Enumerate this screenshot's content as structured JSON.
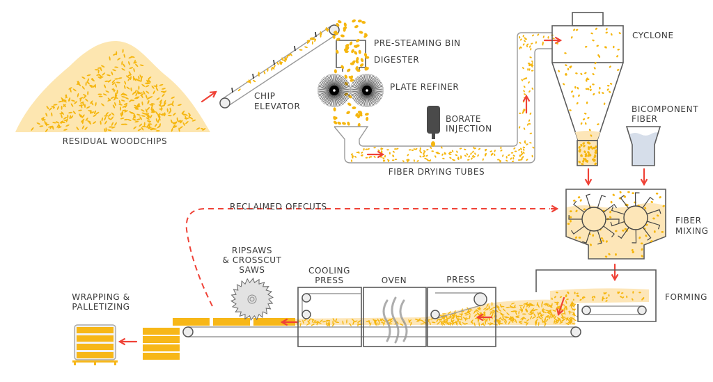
{
  "labels": {
    "residual_woodchips": "RESIDUAL WOODCHIPS",
    "chip_elevator_1": "CHIP",
    "chip_elevator_2": "ELEVATOR",
    "pre_steaming_bin": "PRE-STEAMING BIN",
    "digester": "DIGESTER",
    "plate_refiner": "PLATE REFINER",
    "borate_1": "BORATE",
    "borate_2": "INJECTION",
    "fiber_drying_tubes": "FIBER DRYING TUBES",
    "cyclone": "CYCLONE",
    "bicomponent_1": "BICOMPONENT",
    "bicomponent_2": "FIBER",
    "fiber_mixing_1": "FIBER",
    "fiber_mixing_2": "MIXING",
    "reclaimed_offcuts": "RECLAIMED OFFCUTS",
    "forming": "FORMING",
    "ripsaws_1": "RIPSAWS",
    "ripsaws_2": "& CROSSCUT",
    "ripsaws_3": "SAWS",
    "cooling_press_1": "COOLING",
    "cooling_press_2": "PRESS",
    "oven": "OVEN",
    "press": "PRESS",
    "wrapping_1": "WRAPPING &",
    "wrapping_2": "PALLETIZING"
  },
  "colors": {
    "flow_arrow": "#ef4136",
    "chip": "#f5b60f",
    "fiber_fill": "#fde6b8",
    "board": "#f7b718",
    "bicomponent_fiber": "#d6deea",
    "outline": "#5a5a5a"
  }
}
